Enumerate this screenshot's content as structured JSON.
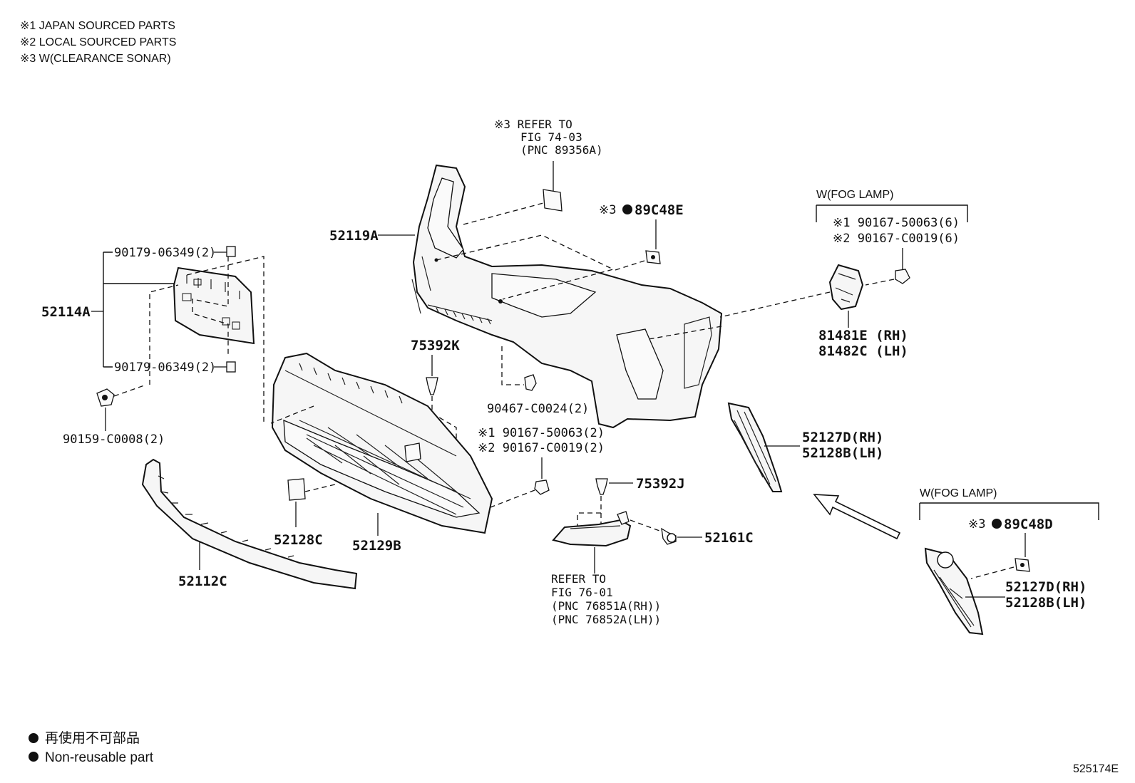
{
  "notes": [
    "※1 JAPAN SOURCED PARTS",
    "※2 LOCAL SOURCED PARTS",
    "※3 W(CLEARANCE SONAR)"
  ],
  "parts": {
    "bumper_cover": "52119A",
    "license_bracket": "52114A",
    "license_screw_top": "90179-06349(2)",
    "license_screw_bottom": "90179-06349(2)",
    "license_bolt": "90159-C0008(2)",
    "lower_grille": "52129B",
    "cover_plug": "52128C",
    "lower_spoiler": "52112C",
    "clip_k": "75392K",
    "clip_j": "75392J",
    "retainer": "90467-C0024(2)",
    "screw_center_1": "※1 90167-50063(2)",
    "screw_center_2": "※2 90167-C0019(2)",
    "sonar_retainer_top": "89C48E",
    "sonar_retainer_bottom": "89C48D",
    "sonar_mark": "※3",
    "fog_lamp_header_top": "W(FOG LAMP)",
    "fog_lamp_header_bottom": "W(FOG LAMP)",
    "fog_screw_1": "※1 90167-50063(6)",
    "fog_screw_2": "※2 90167-C0019(6)",
    "fog_bracket_rh": "81481E (RH)",
    "fog_bracket_lh": "81482C (LH)",
    "side_cover_rh": "52127D(RH)",
    "side_cover_lh": "52128B(LH)",
    "fog_cover_rh": "52127D(RH)",
    "fog_cover_lh": "52128B(LH)",
    "clip_52161": "52161C"
  },
  "refs": {
    "sonar_ref": [
      "※3 REFER TO",
      "FIG 74-03",
      "(PNC 89356A)"
    ],
    "lamp_ref": [
      "REFER TO",
      "FIG 76-01",
      "(PNC 76851A(RH))",
      "(PNC 76852A(LH))"
    ]
  },
  "legend": {
    "japanese": "再使用不可部品",
    "english": "Non-reusable part"
  },
  "figure_id": "525174E"
}
